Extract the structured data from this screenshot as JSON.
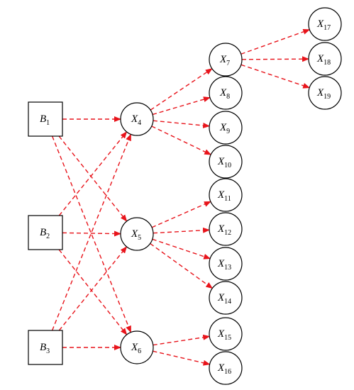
{
  "diagram": {
    "nodes": [
      {
        "id": "B1",
        "shape": "square",
        "letter": "B",
        "sub": "1"
      },
      {
        "id": "B2",
        "shape": "square",
        "letter": "B",
        "sub": "2"
      },
      {
        "id": "B3",
        "shape": "square",
        "letter": "B",
        "sub": "3"
      },
      {
        "id": "X4",
        "shape": "circle",
        "letter": "X",
        "sub": "4"
      },
      {
        "id": "X5",
        "shape": "circle",
        "letter": "X",
        "sub": "5"
      },
      {
        "id": "X6",
        "shape": "circle",
        "letter": "X",
        "sub": "6"
      },
      {
        "id": "X7",
        "shape": "circle",
        "letter": "X",
        "sub": "7"
      },
      {
        "id": "X8",
        "shape": "circle",
        "letter": "X",
        "sub": "8"
      },
      {
        "id": "X9",
        "shape": "circle",
        "letter": "X",
        "sub": "9"
      },
      {
        "id": "X10",
        "shape": "circle",
        "letter": "X",
        "sub": "10"
      },
      {
        "id": "X11",
        "shape": "circle",
        "letter": "X",
        "sub": "11"
      },
      {
        "id": "X12",
        "shape": "circle",
        "letter": "X",
        "sub": "12"
      },
      {
        "id": "X13",
        "shape": "circle",
        "letter": "X",
        "sub": "13"
      },
      {
        "id": "X14",
        "shape": "circle",
        "letter": "X",
        "sub": "14"
      },
      {
        "id": "X15",
        "shape": "circle",
        "letter": "X",
        "sub": "15"
      },
      {
        "id": "X16",
        "shape": "circle",
        "letter": "X",
        "sub": "16"
      },
      {
        "id": "X17",
        "shape": "circle",
        "letter": "X",
        "sub": "17"
      },
      {
        "id": "X18",
        "shape": "circle",
        "letter": "X",
        "sub": "18"
      },
      {
        "id": "X19",
        "shape": "circle",
        "letter": "X",
        "sub": "19"
      }
    ],
    "edges": [
      [
        "B1",
        "X4"
      ],
      [
        "B1",
        "X5"
      ],
      [
        "B1",
        "X6"
      ],
      [
        "B2",
        "X4"
      ],
      [
        "B2",
        "X5"
      ],
      [
        "B2",
        "X6"
      ],
      [
        "B3",
        "X4"
      ],
      [
        "B3",
        "X5"
      ],
      [
        "B3",
        "X6"
      ],
      [
        "X4",
        "X7"
      ],
      [
        "X4",
        "X8"
      ],
      [
        "X4",
        "X9"
      ],
      [
        "X4",
        "X10"
      ],
      [
        "X5",
        "X11"
      ],
      [
        "X5",
        "X12"
      ],
      [
        "X5",
        "X13"
      ],
      [
        "X5",
        "X14"
      ],
      [
        "X6",
        "X15"
      ],
      [
        "X6",
        "X16"
      ],
      [
        "X7",
        "X17"
      ],
      [
        "X7",
        "X18"
      ],
      [
        "X7",
        "X19"
      ]
    ],
    "edge_color": "#e8141b",
    "node_stroke": "#000000",
    "node_fill": "#ffffff"
  }
}
